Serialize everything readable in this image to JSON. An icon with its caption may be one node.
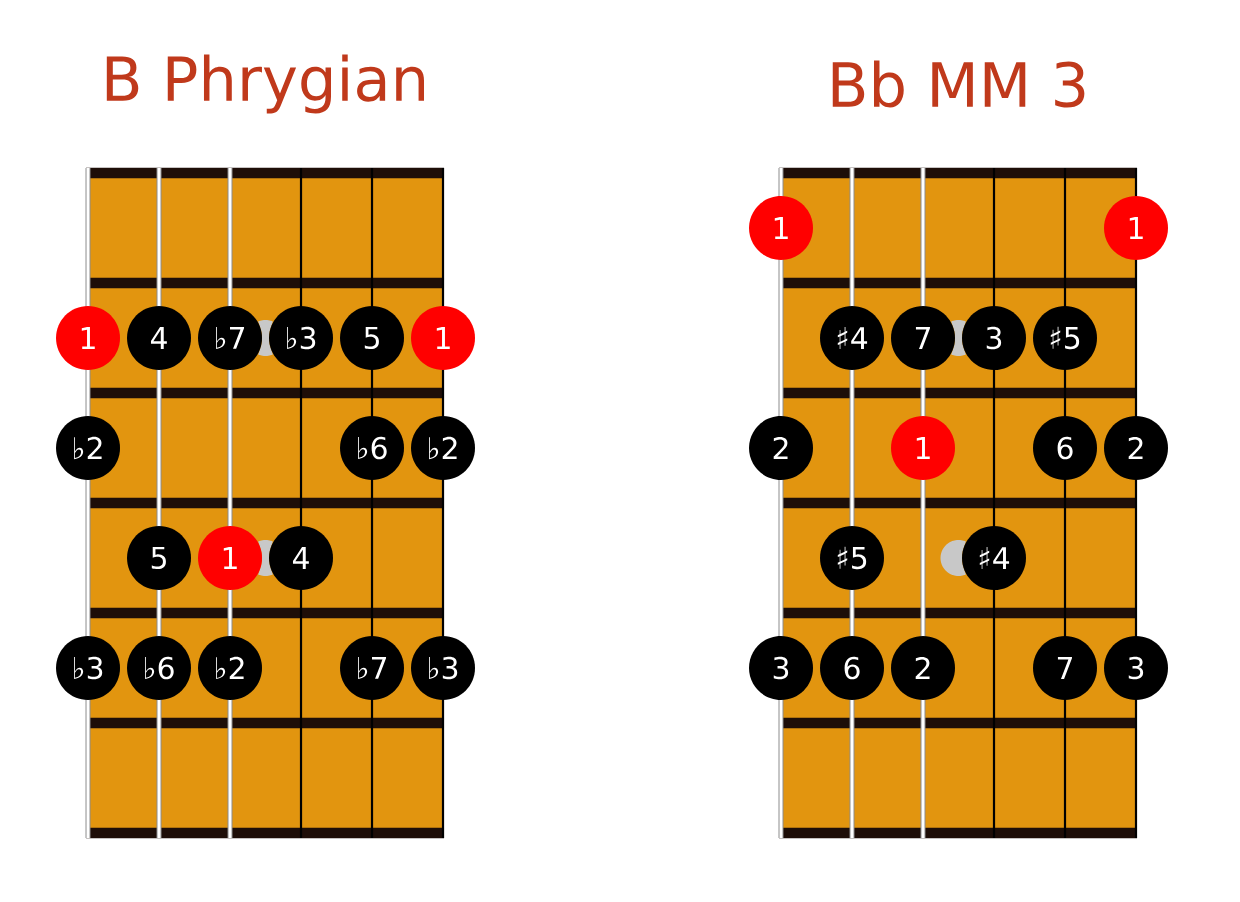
{
  "diagram": {
    "nodes": [
      {
        "text": [
          "B Phrygian"
        ]
      },
      {
        "text": [
          "1"
        ],
        "in": 0
      },
      {
        "text": [
          "4"
        ],
        "in": 0
      },
      {
        "text": [
          "♭7"
        ],
        "in": 0
      },
      {
        "text": [],
        "shape": "circle",
        "in": 0
      },
      {
        "text": [
          "♭3"
        ],
        "in": 0
      },
      {
        "text": [
          "5"
        ],
        "in": 0
      },
      {
        "text": [
          "1"
        ],
        "in": 0
      },
      {
        "text": [
          "♭2"
        ],
        "in": 0
      },
      {
        "text": [
          "♭6"
        ],
        "in": 0
      },
      {
        "text": [
          "♭2"
        ],
        "in": 0
      },
      {
        "text": [
          "5"
        ],
        "in": 0
      },
      {
        "text": [
          "1"
        ],
        "in": 0
      },
      {
        "text": [],
        "shape": "circle",
        "in": 0
      },
      {
        "text": [
          "4"
        ],
        "in": 0
      },
      {
        "text": [
          "♭3"
        ],
        "in": 0
      },
      {
        "text": [
          "♭6"
        ],
        "in": 0
      },
      {
        "text": [
          "♭2"
        ],
        "in": 0
      },
      {
        "text": [
          "♭7"
        ],
        "in": 0
      },
      {
        "text": [
          "♭3"
        ],
        "in": 0
      },
      {
        "text": [
          "Bb MM 3"
        ]
      },
      {
        "text": [
          "1"
        ],
        "in": 20
      },
      {
        "text": [
          "1"
        ],
        "in": 20
      },
      {
        "text": [
          "♯4"
        ],
        "in": 20
      },
      {
        "text": [
          "7"
        ],
        "in": 20
      },
      {
        "text": [],
        "shape": "circle",
        "in": 20
      },
      {
        "text": [
          "3"
        ],
        "in": 20
      },
      {
        "text": [
          "♯5"
        ],
        "in": 20
      },
      {
        "text": [
          "2"
        ],
        "in": 20
      },
      {
        "text": [
          "1"
        ],
        "in": 20
      },
      {
        "text": [
          "6"
        ],
        "in": 20
      },
      {
        "text": [
          "2"
        ],
        "in": 20
      },
      {
        "text": [
          "♯5"
        ],
        "in": 20
      },
      {
        "text": [],
        "shape": "circle",
        "in": 20
      },
      {
        "text": [
          "♯4"
        ],
        "in": 20
      },
      {
        "text": [
          "3"
        ],
        "in": 20
      },
      {
        "text": [
          "6"
        ],
        "in": 20
      },
      {
        "text": [
          "2"
        ],
        "in": 20
      },
      {
        "text": [
          "7"
        ],
        "in": 20
      },
      {
        "text": [
          "3"
        ],
        "in": 20
      }
    ]
  }
}
